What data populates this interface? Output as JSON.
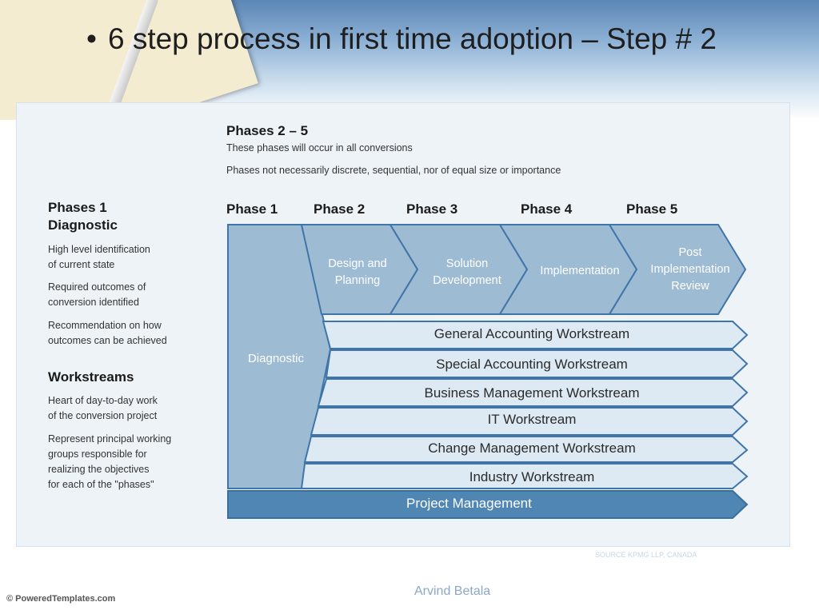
{
  "slide": {
    "bullet": "•",
    "title": "6 step process in first time adoption – Step # 2",
    "author": "Arvind Betala",
    "footer_logo": "© PoweredTemplates.com",
    "source": "SOURCE KPMG LLP, CANADA"
  },
  "left_column": {
    "phase1_heading_line1": "Phases 1",
    "phase1_heading_line2": "Diagnostic",
    "phase1_items": [
      {
        "line1": "High level identification",
        "line2": "of current state"
      },
      {
        "line1": "Required outcomes of",
        "line2": "conversion identified"
      },
      {
        "line1": "Recommendation on how",
        "line2": "outcomes can be achieved"
      }
    ],
    "workstreams_heading": "Workstreams",
    "workstreams_items": [
      {
        "lines": [
          "Heart of day-to-day work",
          "of the conversion project"
        ]
      },
      {
        "lines": [
          "Represent principal working",
          "groups responsible for",
          "realizing the objectives",
          "for each of the \"phases\""
        ]
      }
    ]
  },
  "phases_header": {
    "heading": "Phases 2 – 5",
    "line1": "These phases will occur in all conversions",
    "line2": "Phases not necessarily discrete, sequential, nor of equal size or importance"
  },
  "phase_labels": [
    "Phase 1",
    "Phase 2",
    "Phase 3",
    "Phase 4",
    "Phase 5"
  ],
  "phases": [
    {
      "lines": [
        "Design and",
        "Planning"
      ]
    },
    {
      "lines": [
        "Solution",
        "Development"
      ]
    },
    {
      "lines": [
        "Implementation"
      ]
    },
    {
      "lines": [
        "Post",
        "Implementation",
        "Review"
      ]
    }
  ],
  "diagnostic_label": "Diagnostic",
  "workstreams": [
    "General Accounting Workstream",
    "Special Accounting Workstream",
    "Business Management Workstream",
    "IT Workstream",
    "Change Management Workstream",
    "Industry Workstream"
  ],
  "project_management": "Project Management",
  "colors": {
    "phase_fill": "#9dbcd4",
    "phase_stroke": "#3f75a8",
    "workstream_fill": "#dde9f3",
    "pm_fill": "#4f86b3"
  }
}
